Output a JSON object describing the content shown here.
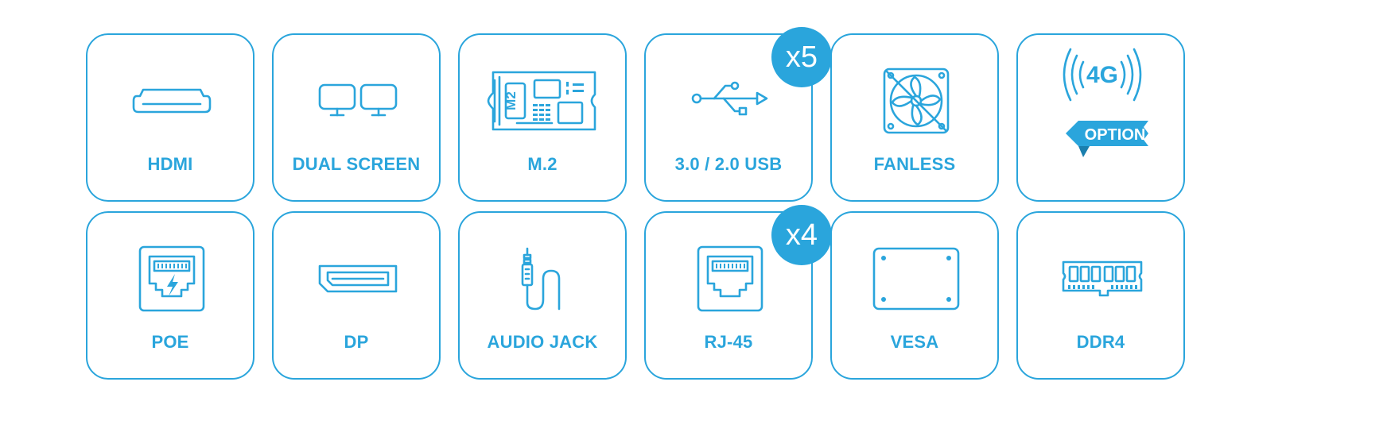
{
  "features": [
    {
      "id": "hdmi",
      "label": "HDMI",
      "icon": "hdmi-port-icon"
    },
    {
      "id": "dual-screen",
      "label": "DUAL SCREEN",
      "icon": "dual-monitor-icon"
    },
    {
      "id": "m2",
      "label": "M.2",
      "icon": "m2-card-icon",
      "icon_text": "M2"
    },
    {
      "id": "usb",
      "label": "3.0 / 2.0 USB",
      "icon": "usb-icon",
      "badge": "x5"
    },
    {
      "id": "fanless",
      "label": "FANLESS",
      "icon": "crossed-fan-icon"
    },
    {
      "id": "4g",
      "label": "4G",
      "icon": "4g-signal-icon",
      "icon_text": "4G",
      "ribbon": "OPTION"
    },
    {
      "id": "poe",
      "label": "POE",
      "icon": "poe-port-icon"
    },
    {
      "id": "dp",
      "label": "DP",
      "icon": "displayport-icon"
    },
    {
      "id": "audio-jack",
      "label": "AUDIO JACK",
      "icon": "audio-jack-icon"
    },
    {
      "id": "rj45",
      "label": "RJ-45",
      "icon": "ethernet-port-icon",
      "badge": "x4"
    },
    {
      "id": "vesa",
      "label": "VESA",
      "icon": "vesa-plate-icon"
    },
    {
      "id": "ddr4",
      "label": "DDR4",
      "icon": "ram-module-icon"
    }
  ],
  "colors": {
    "accent": "#2aa5dc",
    "background": "#ffffff"
  }
}
